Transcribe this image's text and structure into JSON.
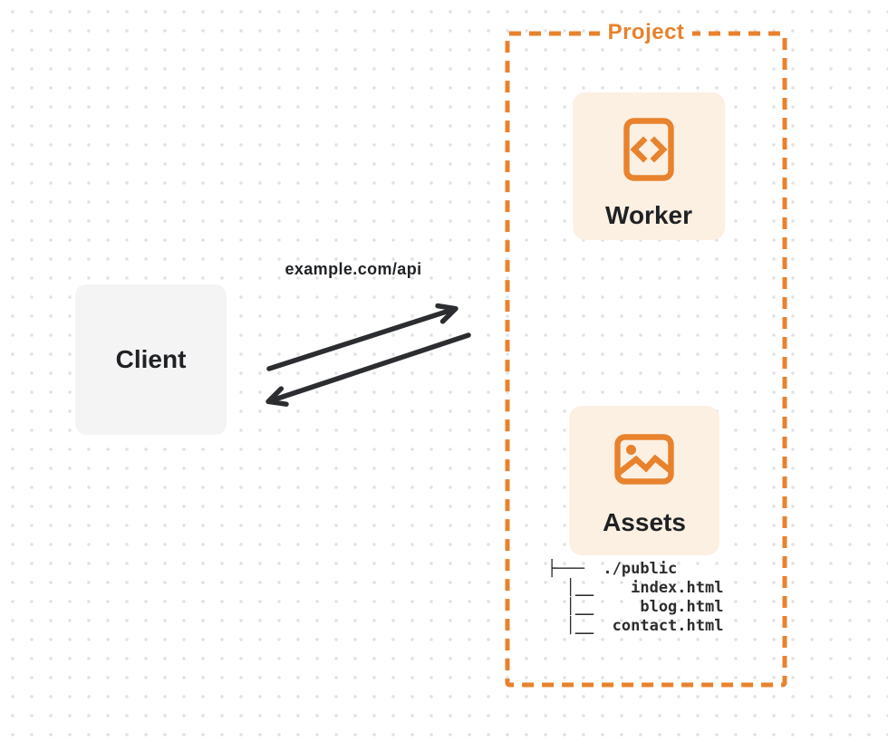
{
  "colors": {
    "accent": "#e8822d",
    "panel-fill": "#fcf0e2",
    "client-fill": "#f4f4f5",
    "ink": "#1f2124",
    "arrow": "#2b2d30",
    "tree-ink": "#2d2d2d",
    "dot": "#e1e1e4",
    "canvas-bg": "#ffffff"
  },
  "client": {
    "label": "Client"
  },
  "connection": {
    "request_label": "example.com/api"
  },
  "project": {
    "label": "Project",
    "worker": {
      "label": "Worker",
      "icon": "code-file-icon"
    },
    "assets": {
      "label": "Assets",
      "icon": "image-icon",
      "file_tree": {
        "root": "./public",
        "files": [
          "index.html",
          "blog.html",
          "contact.html"
        ],
        "text": "├───  ./public\n  │__    index.html\n  │__     blog.html\n  │__  contact.html"
      }
    }
  }
}
